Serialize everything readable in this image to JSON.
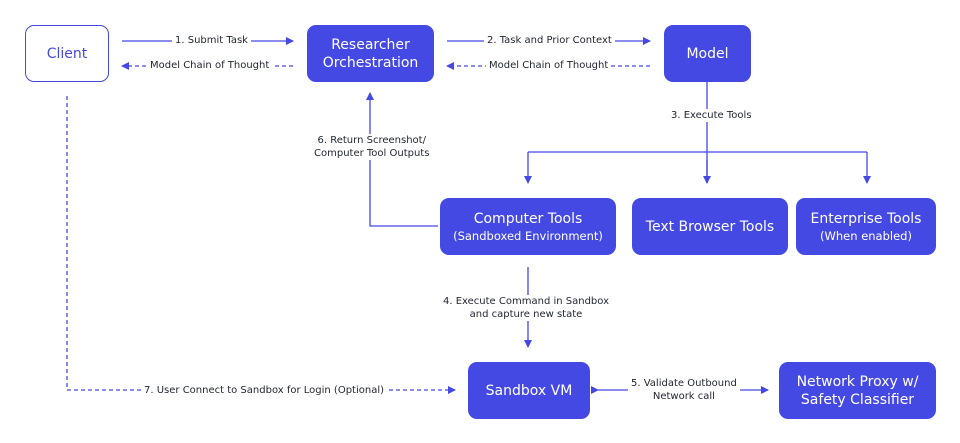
{
  "colors": {
    "accent": "#4449e4",
    "text": "#1f2430",
    "background": "#ffffff"
  },
  "nodes": {
    "client": {
      "label": "Client"
    },
    "researcher": {
      "line1": "Researcher",
      "line2": "Orchestration"
    },
    "model": {
      "label": "Model"
    },
    "computer_tools": {
      "label": "Computer Tools",
      "sub": "(Sandboxed Environment)"
    },
    "text_browser": {
      "label": "Text Browser Tools"
    },
    "enterprise_tools": {
      "label": "Enterprise Tools",
      "sub": "(When enabled)"
    },
    "sandbox_vm": {
      "label": "Sandbox VM"
    },
    "network_proxy": {
      "line1": "Network Proxy w/",
      "line2": "Safety Classifier"
    }
  },
  "edges": {
    "submit_task": "1. Submit Task",
    "chain_back_client": "Model Chain of  Thought",
    "task_context": "2. Task and Prior Context",
    "chain_back_researcher": "Model Chain of  Thought",
    "execute_tools": "3. Execute Tools",
    "execute_command_l1": "4. Execute Command in Sandbox",
    "execute_command_l2": "and capture new state",
    "validate_l1": "5. Validate Outbound",
    "validate_l2": "Network call",
    "return_screenshot_l1": "6. Return Screenshot/",
    "return_screenshot_l2": "Computer Tool Outputs",
    "user_connect": "7. User Connect to Sandbox for Login (Optional)"
  }
}
